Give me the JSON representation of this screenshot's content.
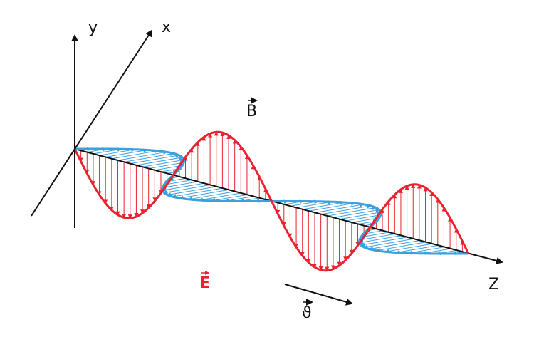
{
  "axes": {
    "y_label": "y",
    "x_label": "x",
    "z_label": "Z"
  },
  "fields": {
    "magnetic_label": "B",
    "electric_label": "E",
    "velocity_label": "ϑ"
  },
  "colors": {
    "electric": "#e8232f",
    "magnetic": "#3aa0e0",
    "axis": "#111111",
    "electric_label": "#e8232f",
    "text": "#111111"
  }
}
